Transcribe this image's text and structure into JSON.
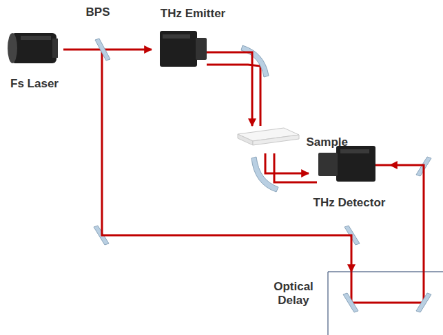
{
  "diagram": {
    "nodes": [
      {
        "text": [
          "Fs Laser"
        ]
      },
      {
        "text": [
          "BPS"
        ]
      },
      {
        "text": [
          "THz Emitter"
        ]
      },
      {
        "text": [
          "Sample"
        ]
      },
      {
        "text": [
          "THz Detector"
        ]
      },
      {
        "text": [
          "Optical Delay"
        ]
      }
    ],
    "edges": [
      {
        "from": 0,
        "to": 1,
        "arrow": "none"
      },
      {
        "from": 1,
        "to": 2,
        "arrow": "to"
      },
      {
        "from": 2,
        "to": 3,
        "arrow": "to"
      },
      {
        "from": 3,
        "to": 4,
        "arrow": "to"
      },
      {
        "from": 1,
        "to": 5,
        "arrow": "to"
      },
      {
        "from": 5,
        "to": 4,
        "arrow": "to"
      }
    ]
  }
}
